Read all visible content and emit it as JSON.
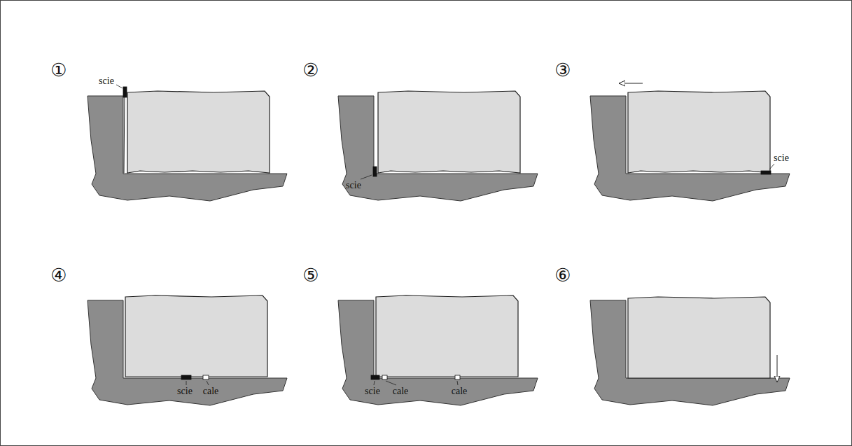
{
  "diagram": {
    "labels": [
      "①",
      "scie",
      "②",
      "scie",
      "③",
      "scie",
      "④",
      "scie",
      "cale",
      "⑤",
      "scie",
      "cale",
      "cale",
      "⑥"
    ]
  }
}
